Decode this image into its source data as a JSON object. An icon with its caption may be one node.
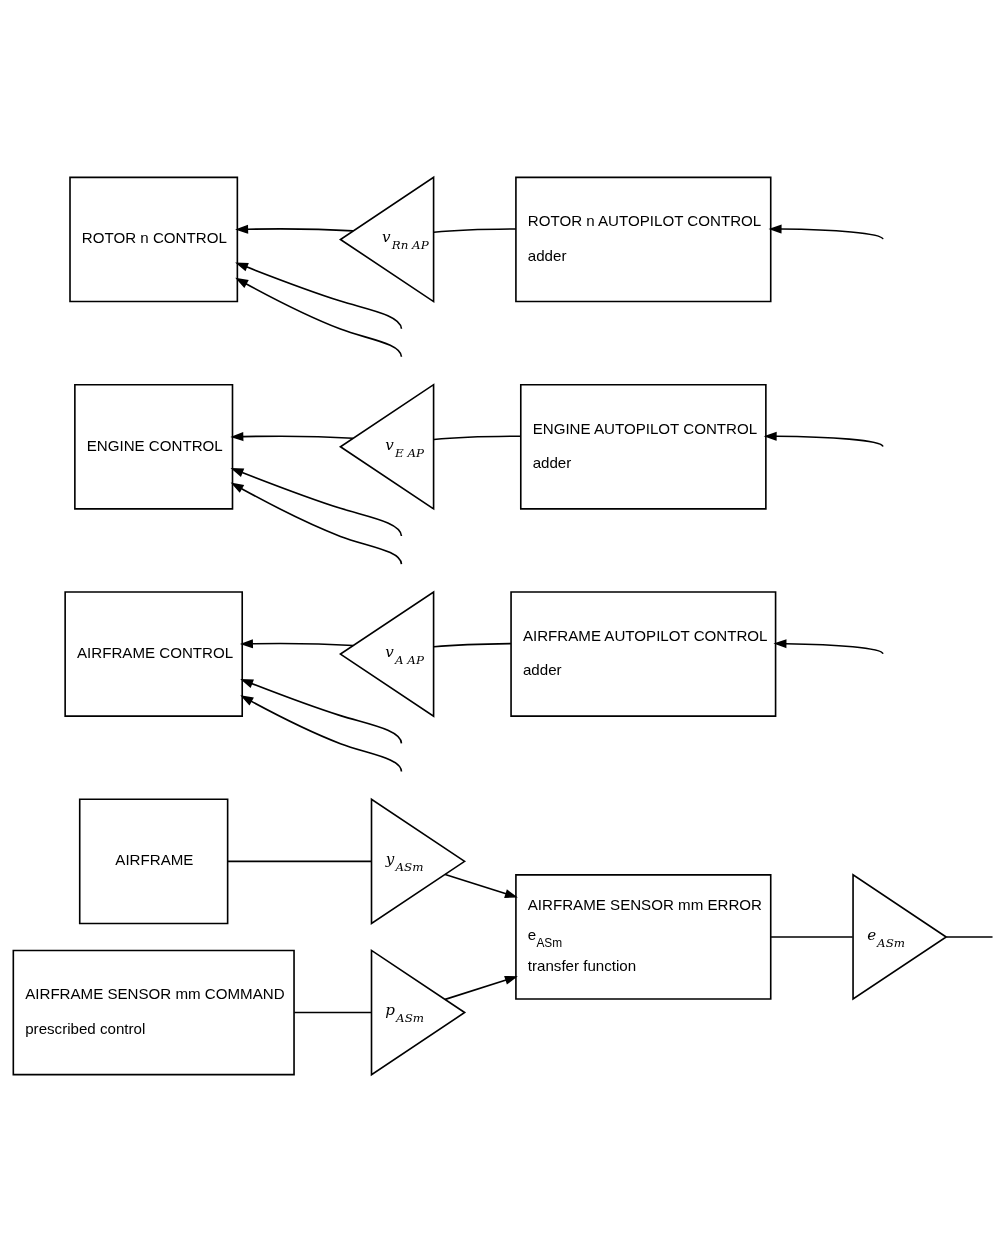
{
  "diagram": {
    "nodes": [
      {
        "text": [
          "AIRFRAME"
        ]
      },
      {
        "text": [
          "y$_{ASm}$"
        ]
      },
      {
        "text": [
          "AIRFRAME SENSOR mm ERROR",
          "e$_{ASm}$",
          "transfer function"
        ]
      },
      {
        "text": [
          "AIRFRAME SENSOR mm COMMAND",
          "prescribed control"
        ]
      },
      {
        "text": [
          "p$_{ASm}$"
        ]
      },
      {
        "text": [
          "e$_{ASm}$"
        ]
      },
      {
        "text": [
          "AIRFRAME CONTROL"
        ]
      },
      {
        "text": [
          "v$_{A AP}$"
        ]
      },
      {
        "text": [
          "AIRFRAME AUTOPILOT CONTROL",
          "adder"
        ]
      },
      {
        "text": [
          "ENGINE CONTROL"
        ]
      },
      {
        "text": [
          "v$_{E AP}$"
        ]
      },
      {
        "text": [
          "ENGINE AUTOPILOT CONTROL",
          "adder"
        ]
      },
      {
        "text": [
          "ROTOR n CONTROL"
        ]
      },
      {
        "text": [
          "v$_{Rn AP}$"
        ]
      },
      {
        "text": [
          "ROTOR n AUTOPILOT CONTROL",
          "adder"
        ]
      }
    ],
    "edges": [
      {
        "from": 0,
        "to": 1,
        "arrow": "none"
      },
      {
        "from": 1,
        "to": 2,
        "arrow": "to"
      },
      {
        "from": 3,
        "to": 4,
        "arrow": "none"
      },
      {
        "from": 4,
        "to": 2,
        "arrow": "to"
      },
      {
        "from": 2,
        "to": 5,
        "arrow": "none"
      },
      {
        "from": 5,
        "to": null,
        "arrow": "none"
      },
      {
        "from": null,
        "to": 8,
        "arrow": "to"
      },
      {
        "from": 8,
        "to": 7,
        "arrow": "none"
      },
      {
        "from": 7,
        "to": 6,
        "arrow": "to"
      },
      {
        "from": null,
        "to": 6,
        "arrow": "to"
      },
      {
        "from": null,
        "to": 6,
        "arrow": "to"
      },
      {
        "from": null,
        "to": 11,
        "arrow": "to"
      },
      {
        "from": 11,
        "to": 10,
        "arrow": "none"
      },
      {
        "from": 10,
        "to": 9,
        "arrow": "to"
      },
      {
        "from": null,
        "to": 9,
        "arrow": "to"
      },
      {
        "from": null,
        "to": 9,
        "arrow": "to"
      },
      {
        "from": null,
        "to": 14,
        "arrow": "to"
      },
      {
        "from": 14,
        "to": 13,
        "arrow": "none"
      },
      {
        "from": 13,
        "to": 12,
        "arrow": "to"
      },
      {
        "from": null,
        "to": 12,
        "arrow": "to"
      },
      {
        "from": null,
        "to": 12,
        "arrow": "to"
      }
    ]
  }
}
